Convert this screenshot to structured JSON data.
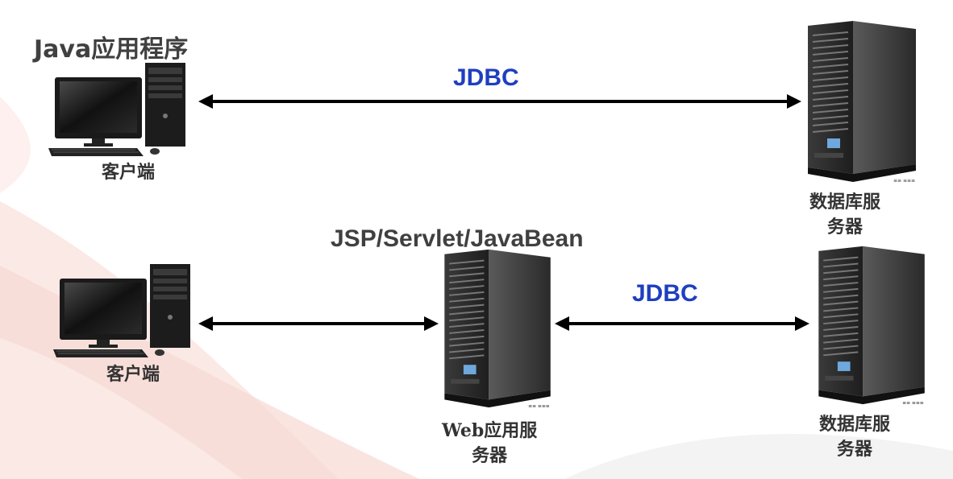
{
  "diagram": {
    "title": "Java应用程序",
    "row1": {
      "protocol": "JDBC",
      "client_label": "客户端",
      "db_label_line1": "数据库服",
      "db_label_line2": "务器"
    },
    "row2": {
      "web_tech": "JSP/Servlet/JavaBean",
      "protocol": "JDBC",
      "client_label": "客户端",
      "web_label_line1": "Web应用服",
      "web_label_line2": "务器",
      "db_label_line1": "数据库服",
      "db_label_line2": "务器"
    }
  },
  "colors": {
    "protocol_text": "#1f3fbf",
    "heading_text": "#404040",
    "arrow": "#000000",
    "server_body": "#2a2a2a",
    "monitor_bezel": "#1a1a1a"
  },
  "icons": [
    "desktop-computer-icon",
    "tower-server-icon",
    "double-arrow-icon"
  ]
}
